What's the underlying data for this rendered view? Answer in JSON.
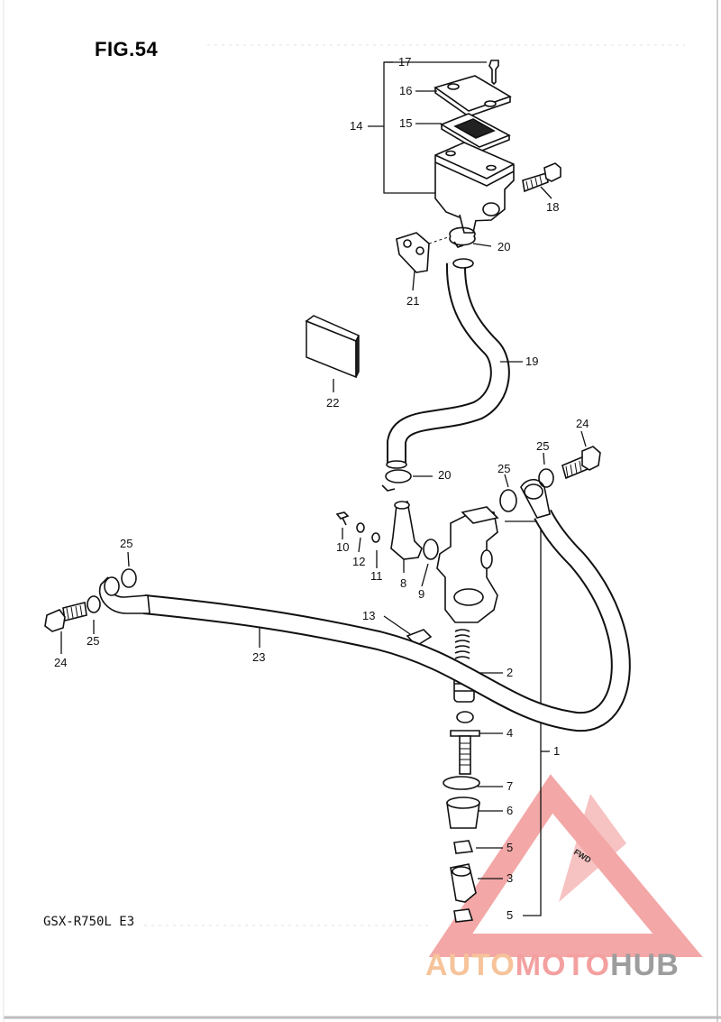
{
  "figure_title": "FIG.54",
  "model_code": "GSX-R750L  E3",
  "watermark": {
    "text_part1": "AUTO",
    "text_part2": "MOTO",
    "text_part3": "HUB",
    "colors": {
      "auto": "#f6c39a",
      "moto": "#f4a0a0",
      "hub": "#9d9d9d",
      "triangle": "#f08a8a"
    }
  },
  "fwd_mark": "FWD",
  "callouts": [
    {
      "id": "c17",
      "label": "17",
      "part": "screw"
    },
    {
      "id": "c16",
      "label": "16",
      "part": "reservoir-cap"
    },
    {
      "id": "c15",
      "label": "15",
      "part": "diaphragm"
    },
    {
      "id": "c14",
      "label": "14",
      "part": "reservoir-tank-assembly"
    },
    {
      "id": "c18",
      "label": "18",
      "part": "bolt"
    },
    {
      "id": "c20a",
      "label": "20",
      "part": "hose-clamp"
    },
    {
      "id": "c21",
      "label": "21",
      "part": "reservoir-bracket"
    },
    {
      "id": "c19",
      "label": "19",
      "part": "reservoir-hose"
    },
    {
      "id": "c22",
      "label": "22",
      "part": "label"
    },
    {
      "id": "c24a",
      "label": "24",
      "part": "union-bolt"
    },
    {
      "id": "c25a",
      "label": "25",
      "part": "gasket"
    },
    {
      "id": "c20b",
      "label": "20",
      "part": "hose-clamp"
    },
    {
      "id": "c25b",
      "label": "25",
      "part": "gasket"
    },
    {
      "id": "c10",
      "label": "10",
      "part": "screw"
    },
    {
      "id": "c12",
      "label": "12",
      "part": "washer"
    },
    {
      "id": "c11",
      "label": "11",
      "part": "washer"
    },
    {
      "id": "c8",
      "label": "8",
      "part": "hose-joint"
    },
    {
      "id": "c9",
      "label": "9",
      "part": "o-ring"
    },
    {
      "id": "c25c",
      "label": "25",
      "part": "gasket"
    },
    {
      "id": "c25d",
      "label": "25",
      "part": "gasket"
    },
    {
      "id": "c24b",
      "label": "24",
      "part": "union-bolt"
    },
    {
      "id": "c13",
      "label": "13",
      "part": "bleeder"
    },
    {
      "id": "c23",
      "label": "23",
      "part": "brake-hose"
    },
    {
      "id": "c2",
      "label": "2",
      "part": "spring"
    },
    {
      "id": "c1",
      "label": "1",
      "part": "master-cylinder-assembly"
    },
    {
      "id": "c4",
      "label": "4",
      "part": "piston-rod"
    },
    {
      "id": "c7",
      "label": "7",
      "part": "circlip"
    },
    {
      "id": "c6",
      "label": "6",
      "part": "boot"
    },
    {
      "id": "c5a",
      "label": "5",
      "part": "nut"
    },
    {
      "id": "c3",
      "label": "3",
      "part": "joint"
    },
    {
      "id": "c5b",
      "label": "5",
      "part": "nut"
    }
  ]
}
